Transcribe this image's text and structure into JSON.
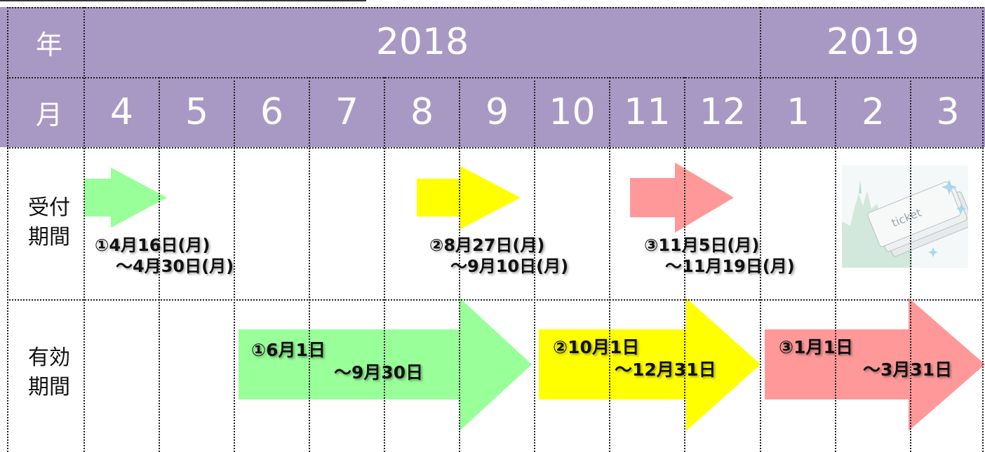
{
  "header": {
    "year_label": "年",
    "month_label": "月",
    "years": [
      {
        "label": "2018"
      },
      {
        "label": "2019"
      }
    ],
    "months": [
      {
        "label": "4"
      },
      {
        "label": "5"
      },
      {
        "label": "6"
      },
      {
        "label": "7"
      },
      {
        "label": "8"
      },
      {
        "label": "9"
      },
      {
        "label": "10"
      },
      {
        "label": "11"
      },
      {
        "label": "12"
      },
      {
        "label": "1"
      },
      {
        "label": "2"
      },
      {
        "label": "3"
      }
    ]
  },
  "rows": {
    "reception": {
      "label_line1": "受付",
      "label_line2": "期間"
    },
    "validity": {
      "label_line1": "有効",
      "label_line2": "期間"
    }
  },
  "reception_periods": [
    {
      "line1": "①4月16日(月)",
      "line2": "～4月30日(月)",
      "color": "#99ff99"
    },
    {
      "line1": "②8月27日(月)",
      "line2": "～9月10日(月)",
      "color": "#ffff00"
    },
    {
      "line1": "③11月5日(月)",
      "line2": "～11月19日(月)",
      "color": "#ff9999"
    }
  ],
  "validity_periods": [
    {
      "line1": "①6月1日",
      "line2": "～9月30日",
      "color": "#99ff99"
    },
    {
      "line1": "②10月1日",
      "line2": "～12月31日",
      "color": "#ffff00"
    },
    {
      "line1": "③1月1日",
      "line2": "～3月31日",
      "color": "#ff9999"
    }
  ],
  "ticket_image": {
    "text": "ticket"
  }
}
